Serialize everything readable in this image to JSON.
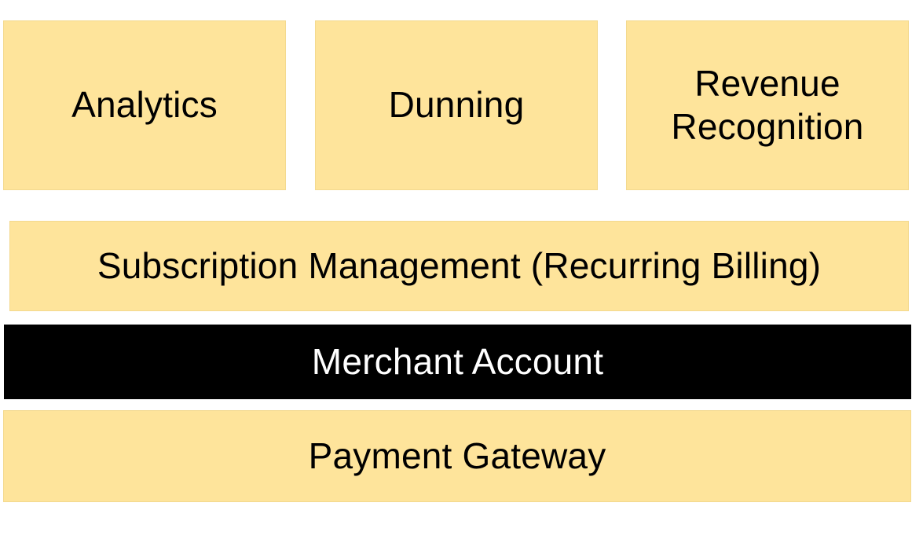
{
  "diagram": {
    "top_row": [
      {
        "label": "Analytics"
      },
      {
        "label": "Dunning"
      },
      {
        "label": "Revenue Recognition"
      }
    ],
    "subscription": {
      "label": "Subscription Management (Recurring Billing)"
    },
    "merchant": {
      "label": "Merchant Account"
    },
    "gateway": {
      "label": "Payment Gateway"
    }
  },
  "colors": {
    "box_fill": "#FEE49B",
    "merchant_fill": "#000000",
    "merchant_text": "#FFFFFF",
    "text": "#000000"
  }
}
